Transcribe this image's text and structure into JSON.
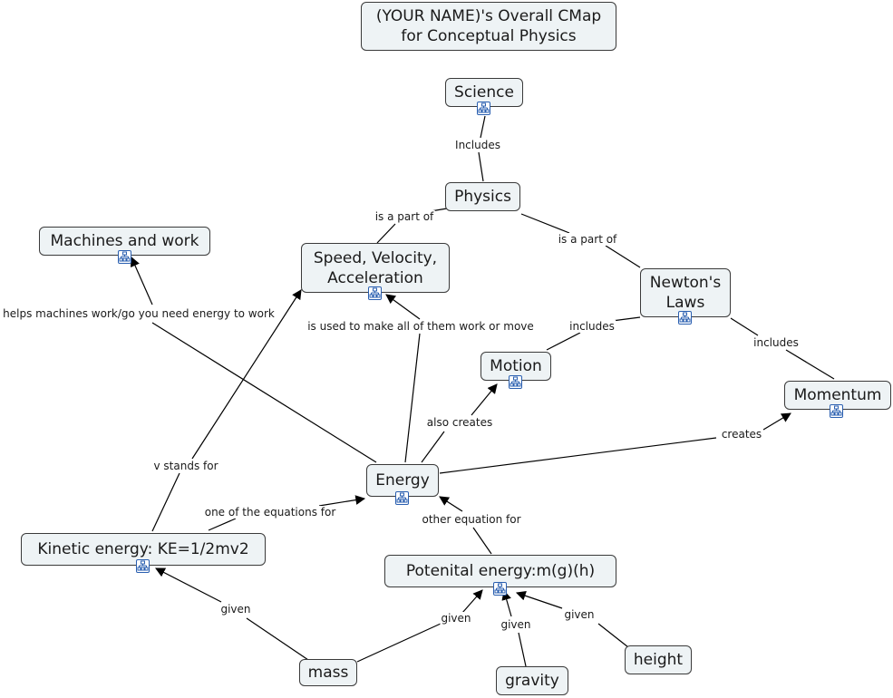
{
  "title": "(YOUR NAME)'s Overall CMap\nfor Conceptual Physics",
  "concepts": {
    "science": "Science",
    "physics": "Physics",
    "speed": "Speed, Velocity,\nAcceleration",
    "machines": "Machines and work",
    "newtons_laws": "Newton's\nLaws",
    "motion": "Motion",
    "momentum": "Momentum",
    "energy": "Energy",
    "kinetic": "Kinetic energy: KE=1/2mv2",
    "potential": "Potenital energy:m(g)(h)",
    "mass": "mass",
    "gravity": "gravity",
    "height": "height"
  },
  "links": {
    "includes_1": "Includes",
    "is_a_part_of_1": "is a part of",
    "is_a_part_of_2": "is a part of",
    "includes_2": "includes",
    "includes_3": "includes",
    "helps_machines": "helps machines work/go you need energy to work",
    "is_used_to_make": "is used to make all of them work or move",
    "also_creates": "also creates",
    "creates": "creates",
    "v_stands_for": "v stands for",
    "one_of_equations": "one of the equations for",
    "other_equation": "other equation for",
    "given_1": "given",
    "given_2": "given",
    "given_3": "given",
    "given_4": "given"
  },
  "icon_name": "cmap-link-icon",
  "colors": {
    "node_fill": "#eef3f5",
    "node_border": "#3a3a3a",
    "line": "#000000",
    "icon_border": "#2a5fb0"
  }
}
